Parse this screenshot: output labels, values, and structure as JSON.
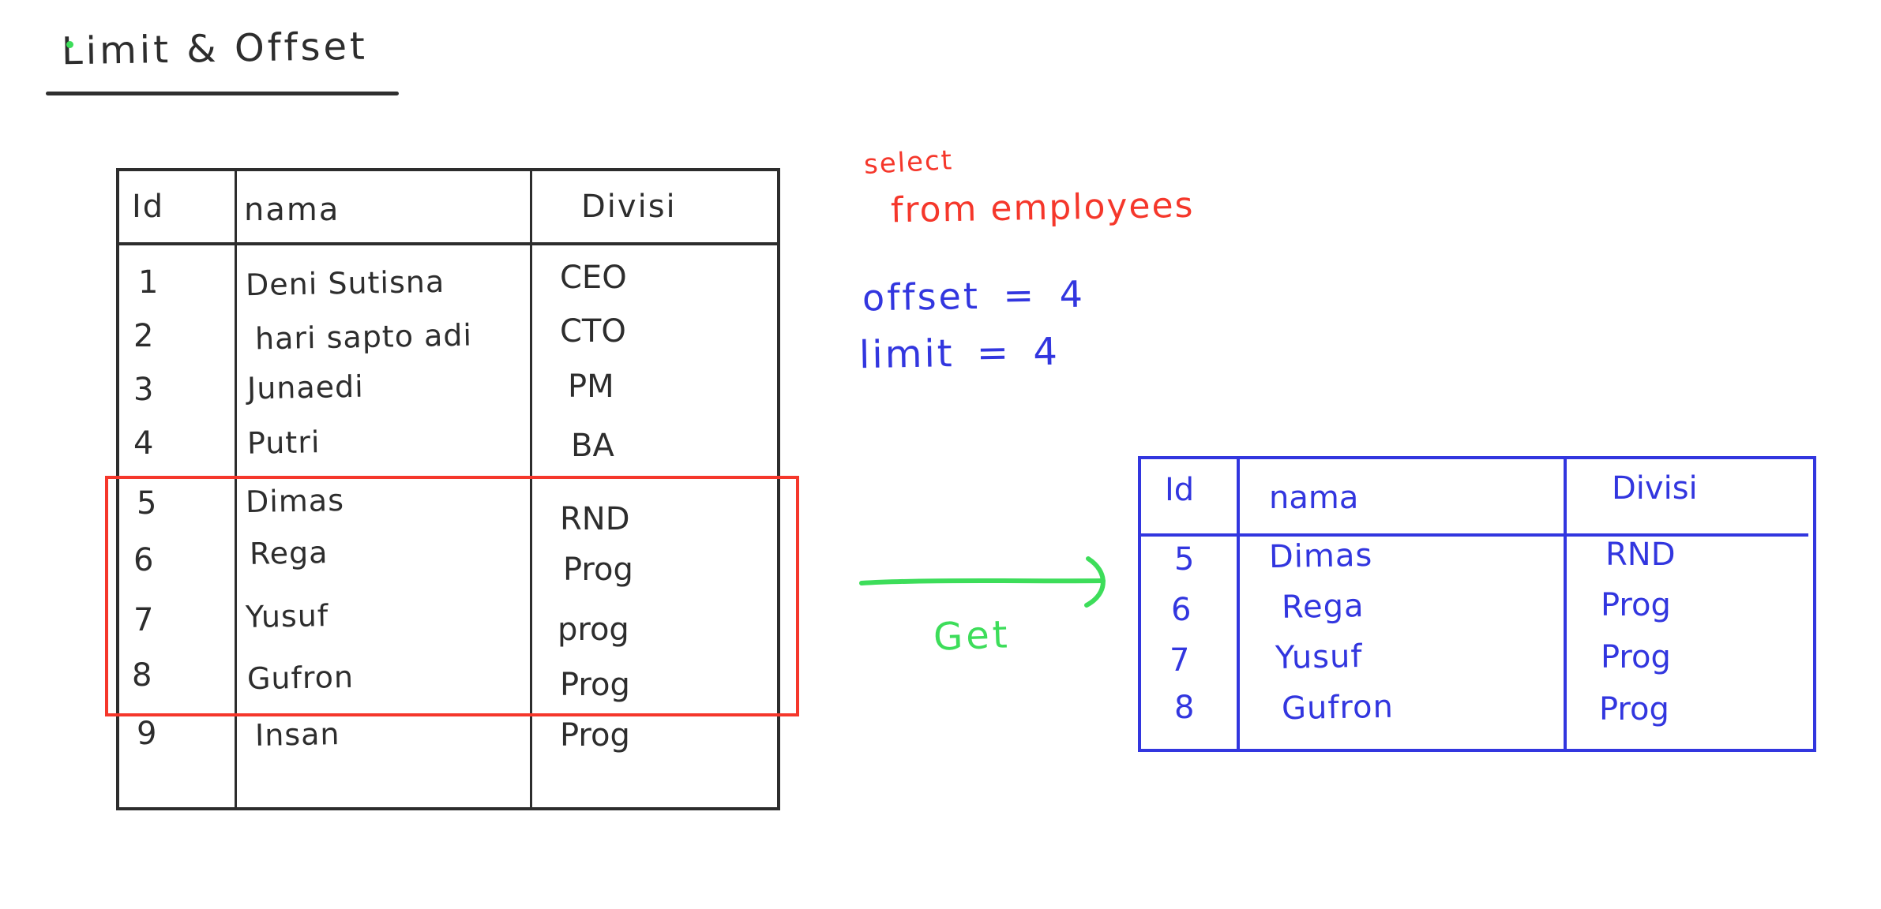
{
  "title": "Limit & Offset",
  "source_table": {
    "headers": {
      "id": "Id",
      "nama": "nama",
      "divisi": "Divisi"
    },
    "rows": [
      {
        "id": "1",
        "nama": "Deni Sutisna",
        "divisi": "CEO"
      },
      {
        "id": "2",
        "nama": "hari sapto adi",
        "divisi": "CTO"
      },
      {
        "id": "3",
        "nama": "Junaedi",
        "divisi": "PM"
      },
      {
        "id": "4",
        "nama": "Putri",
        "divisi": "BA"
      },
      {
        "id": "5",
        "nama": "Dimas",
        "divisi": "RND"
      },
      {
        "id": "6",
        "nama": "Rega",
        "divisi": "Prog"
      },
      {
        "id": "7",
        "nama": "Yusuf",
        "divisi": "prog"
      },
      {
        "id": "8",
        "nama": "Gufron",
        "divisi": "Prog"
      },
      {
        "id": "9",
        "nama": "Insan",
        "divisi": "Prog"
      }
    ]
  },
  "query_annotation": {
    "select": "select",
    "from": "from employees",
    "offset": "offset = 4",
    "limit": "limit = 4"
  },
  "arrow": {
    "label": "Get"
  },
  "result_table": {
    "headers": {
      "id": "Id",
      "nama": "nama",
      "divisi": "Divisi"
    },
    "rows": [
      {
        "id": "5",
        "nama": "Dimas",
        "divisi": "RND"
      },
      {
        "id": "6",
        "nama": "Rega",
        "divisi": "Prog"
      },
      {
        "id": "7",
        "nama": "Yusuf",
        "divisi": "Prog"
      },
      {
        "id": "8",
        "nama": "Gufron",
        "divisi": "Prog"
      }
    ]
  },
  "colors": {
    "ink": "#2d2d2d",
    "red": "#f5372b",
    "blue": "#3236df",
    "green": "#3ddd5a",
    "background": "#ffffff"
  }
}
